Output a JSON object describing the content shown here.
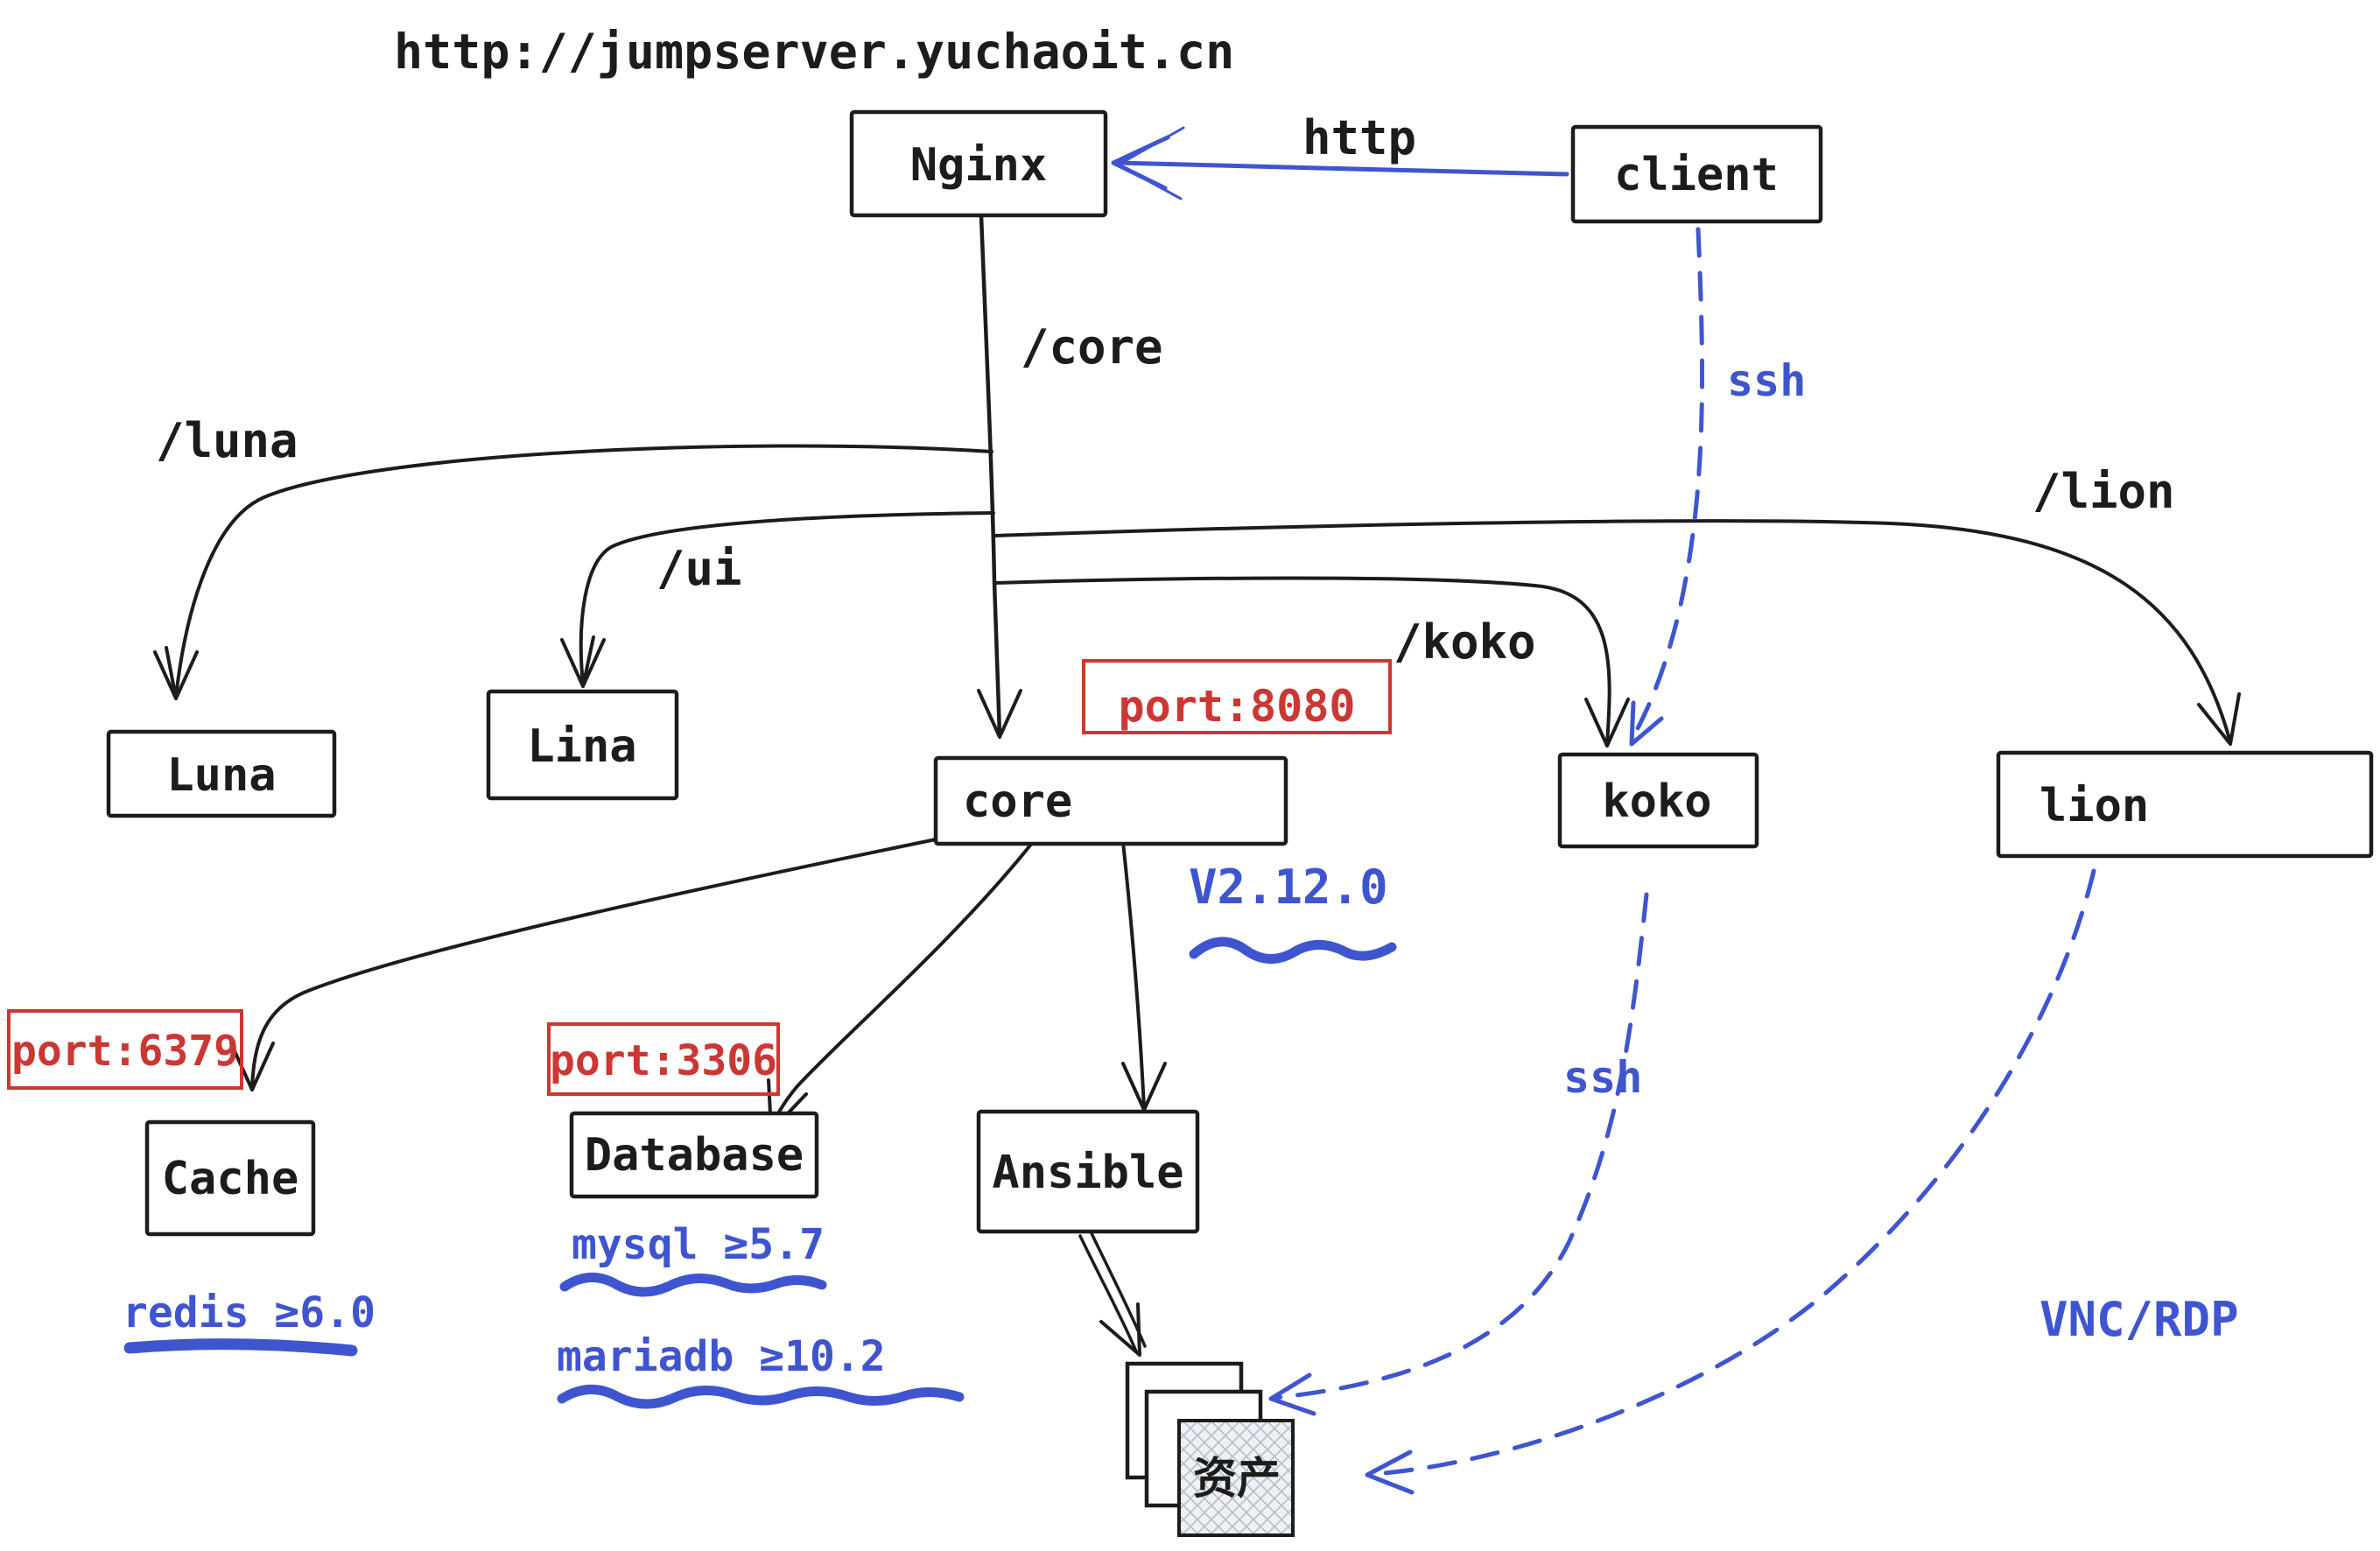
{
  "title": "http://jumpserver.yuchaoit.cn",
  "colors": {
    "ink": "#1c1c1c",
    "blue": "#3f55d0",
    "red": "#cc3733",
    "hatch_fill": "#eef0f4",
    "hatch_line": "#b6bdc8"
  },
  "nodes": {
    "nginx": {
      "label": "Nginx"
    },
    "client": {
      "label": "client"
    },
    "luna": {
      "label": "Luna"
    },
    "lina": {
      "label": "Lina"
    },
    "core": {
      "label": "core"
    },
    "koko": {
      "label": "koko"
    },
    "lion": {
      "label": "lion"
    },
    "cache": {
      "label": "Cache"
    },
    "database": {
      "label": "Database"
    },
    "ansible": {
      "label": "Ansible"
    },
    "assets": {
      "label": "资产"
    }
  },
  "edges": {
    "http": {
      "label": "http"
    },
    "ssh_client": {
      "label": "ssh"
    },
    "core_path": {
      "label": "/core"
    },
    "luna_path": {
      "label": "/luna"
    },
    "ui_path": {
      "label": "/ui"
    },
    "koko_path": {
      "label": "/koko"
    },
    "lion_path": {
      "label": "/lion"
    },
    "ssh_koko": {
      "label": "ssh"
    },
    "vnc_rdp": {
      "label": "VNC/RDP"
    }
  },
  "badges": {
    "core_port": {
      "label": "port:8080"
    },
    "cache_port": {
      "label": "port:6379"
    },
    "db_port": {
      "label": "port:3306"
    }
  },
  "annotations": {
    "core_version": {
      "label": "V2.12.0"
    },
    "cache_req": {
      "label": "redis ≥6.0"
    },
    "db_req_mysql": {
      "label": "mysql ≥5.7"
    },
    "db_req_mariadb": {
      "label": "mariadb ≥10.2"
    }
  }
}
